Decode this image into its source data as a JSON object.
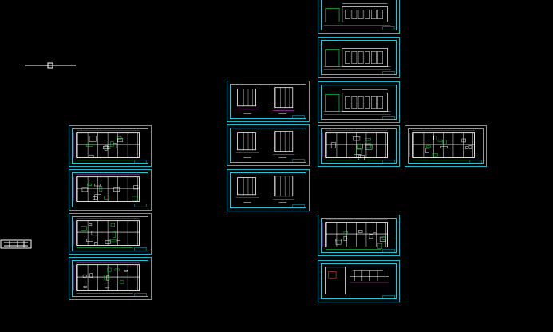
{
  "colors": {
    "background": "#000000",
    "frame": "#1fb7c9",
    "wall": "#ffffff",
    "dim": "#d13bd1",
    "green": "#1fd14a",
    "red": "#e8463a"
  },
  "icons": {
    "crosshair": "cad-crosshair-cursor-icon",
    "side_label": "model-space-label-icon"
  },
  "sheets": [
    {
      "id": "plan-1",
      "kind": "plan"
    },
    {
      "id": "plan-2",
      "kind": "plan"
    },
    {
      "id": "plan-3",
      "kind": "plan"
    },
    {
      "id": "plan-4",
      "kind": "plan"
    },
    {
      "id": "detail-1",
      "kind": "details"
    },
    {
      "id": "detail-2",
      "kind": "details"
    },
    {
      "id": "detail-3",
      "kind": "details"
    },
    {
      "id": "elev-1",
      "kind": "elevation"
    },
    {
      "id": "elev-2",
      "kind": "elevation"
    },
    {
      "id": "elev-3",
      "kind": "elevation"
    },
    {
      "id": "plan-5",
      "kind": "plan"
    },
    {
      "id": "plan-6",
      "kind": "plan"
    },
    {
      "id": "plan-7",
      "kind": "plan"
    },
    {
      "id": "section-1",
      "kind": "section"
    }
  ]
}
